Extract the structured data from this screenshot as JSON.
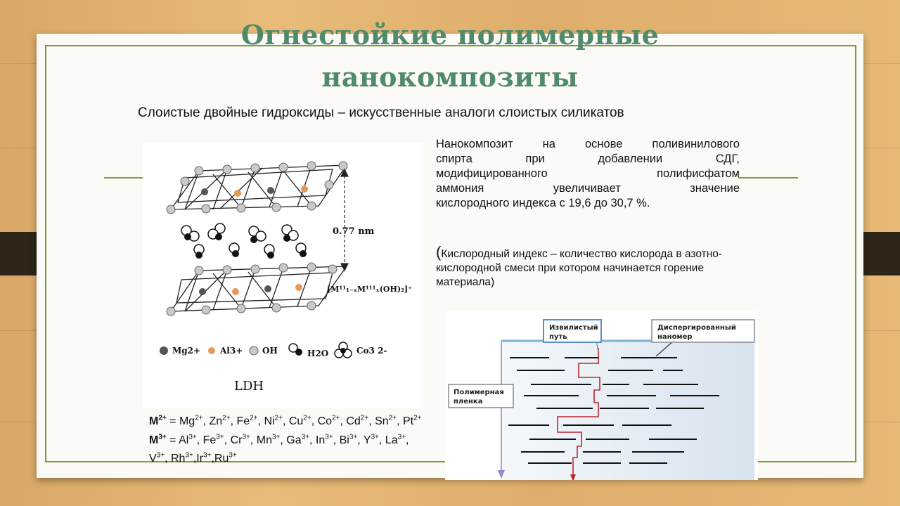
{
  "slide": {
    "title_line1": "Огнестойкие полимерные",
    "title_line2": "нанокомпозиты",
    "subtitle": "Слоистые двойные гидроксиды – искусственные аналоги слоистых силикатов",
    "paragraph_lines": [
      "Нанокомпозит на основе поливинилового",
      "спирта при добавлении СДГ,",
      "модифицированного полифисфатом",
      "аммония увеличивает значение",
      "кислородного индекса с 19,6 до 30,7 %."
    ],
    "note_paren": "(",
    "note_text": "Кислородный индекс – количество кислорода в азотно-кислородной смеси при котором начинается горение материала)",
    "formula": {
      "m2_label": "M",
      "m2_sup": "2+",
      "m2_list": " = Mg2+, Zn2+, Fe2+, Ni2+, Cu2+, Co2+, Cd2+, Sn2+, Pt2+",
      "m3_label": "M",
      "m3_sup": "3+",
      "m3_list": " = Al3+, Fe3+, Cr3+, Mn3+, Ga3+, In3+, Bi3+, Y3+, La3+, V3+, Rh3+,Ir3+,Ru3+"
    }
  },
  "ldh_figure": {
    "distance_label": "0.77 nm",
    "formula_label": "[M¹¹₁₋ₓM¹¹¹ₓ(OH)₂]⁺",
    "legend": [
      "Mg2+",
      "Al3+",
      "OH",
      "H2O",
      "Co3 2-"
    ],
    "caption": "LDH"
  },
  "diagram": {
    "label_path": [
      "Извилистый",
      "путь"
    ],
    "label_nanomer": [
      "Диспергированный",
      "наномер"
    ],
    "label_film": [
      "Полимерная",
      "пленка"
    ]
  }
}
